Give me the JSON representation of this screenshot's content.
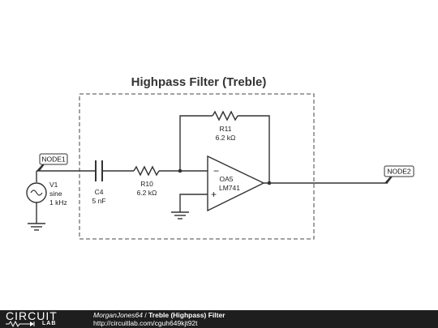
{
  "diagram": {
    "title": "Highpass Filter (Treble)",
    "node1": "NODE1",
    "node2": "NODE2",
    "v1": {
      "name": "V1",
      "type": "sine",
      "freq": "1 kHz"
    },
    "c4": {
      "name": "C4",
      "value": "5 nF"
    },
    "r10": {
      "name": "R10",
      "value": "6.2 kΩ"
    },
    "r11": {
      "name": "R11",
      "value": "6.2 kΩ"
    },
    "oa5": {
      "name": "OA5",
      "part": "LM741",
      "minus": "−",
      "plus": "+"
    }
  },
  "footer": {
    "logo_top": "CIRCUIT",
    "logo_bottom": "LAB",
    "author": "MorganJones64",
    "separator": " / ",
    "project_title": "Treble (Highpass) Filter",
    "url": "http://circuitlab.com/cguh649kjt92t"
  },
  "colors": {
    "wire": "#333333",
    "footer_bg": "#1e1e1e",
    "title": "#333333"
  }
}
